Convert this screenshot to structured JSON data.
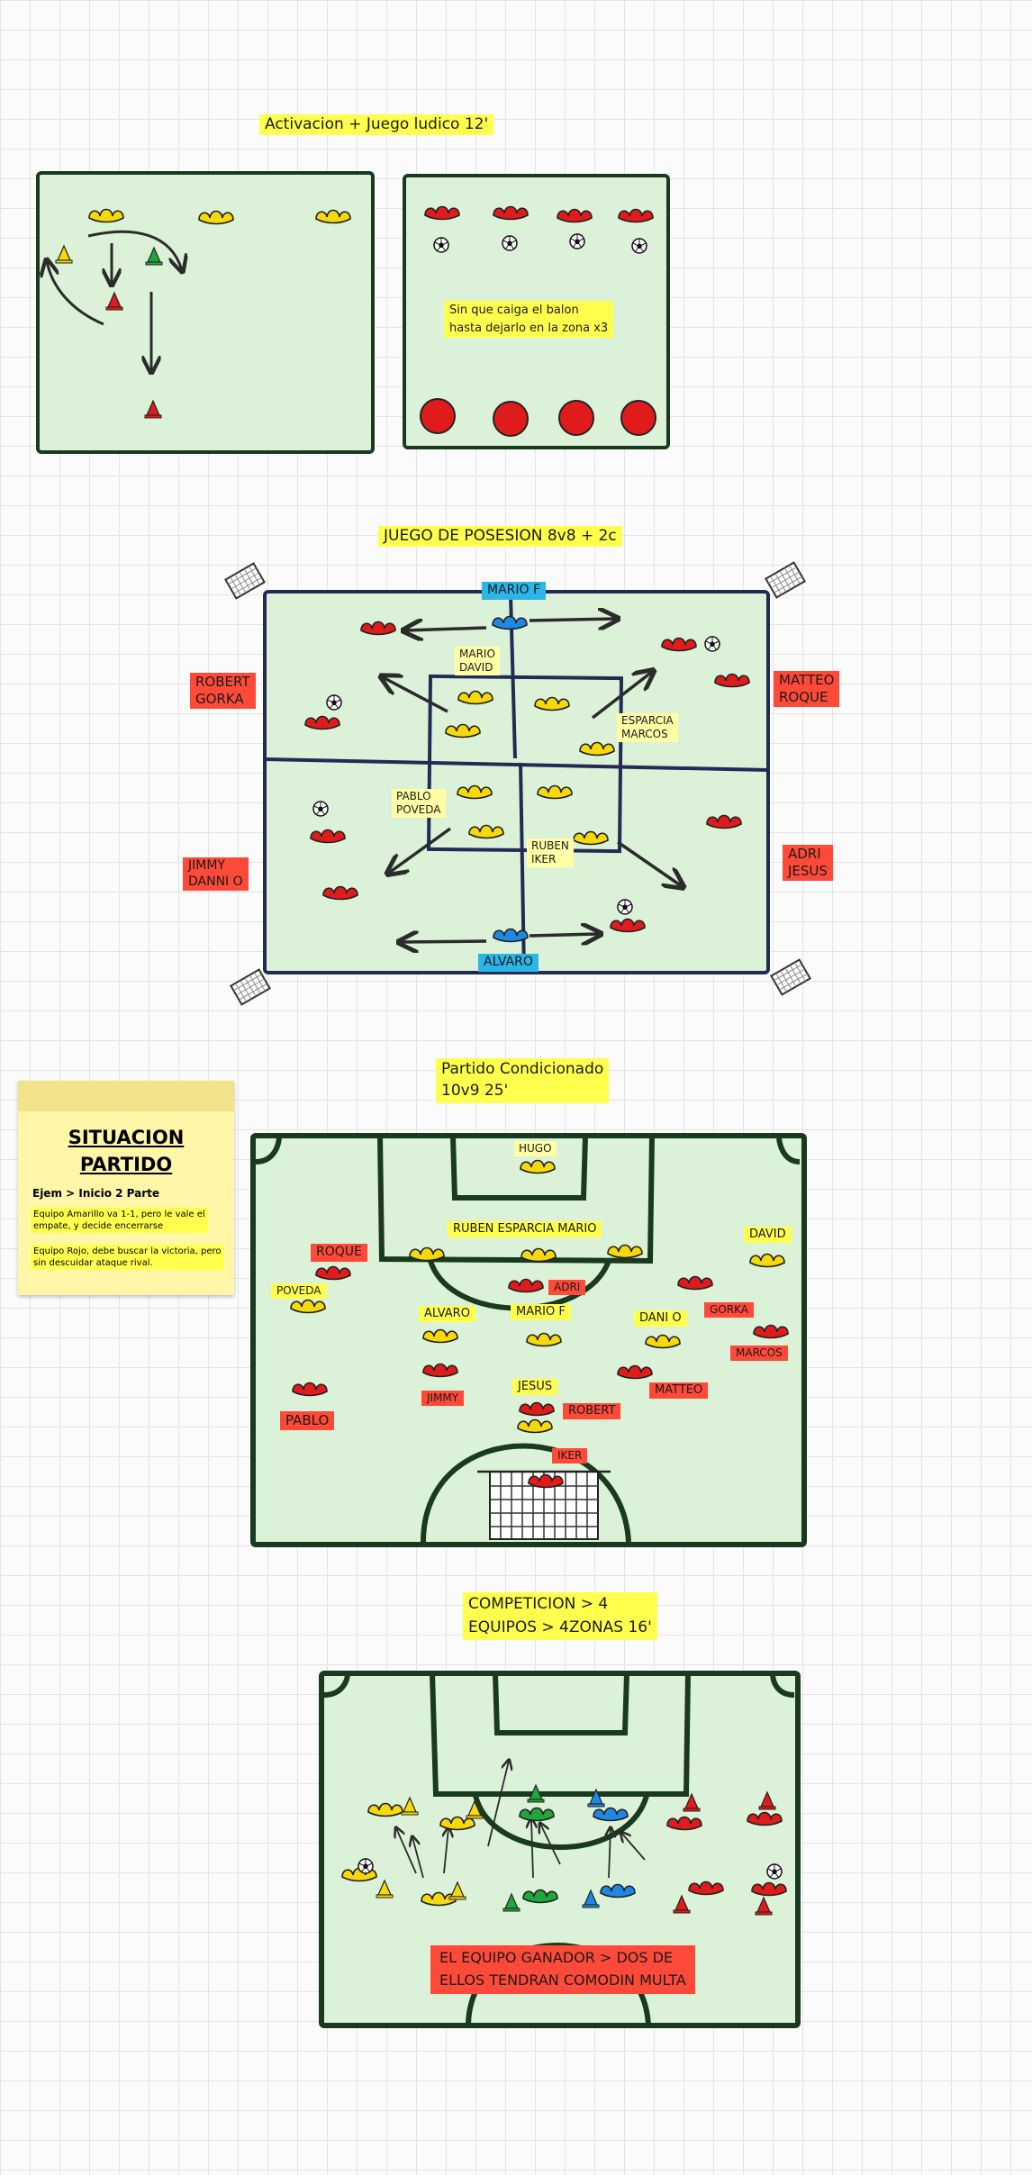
{
  "colors": {
    "field": "#dcf2d8",
    "line": "#193a1e",
    "yellow": "#ffff4d",
    "red": "#ff4a3a",
    "blue": "#29b6e8",
    "cone_red": "#e01b1b",
    "cone_yellow": "#f5d90a",
    "cone_green": "#1fa83a",
    "cone_blue": "#1e88e5"
  },
  "icons": [
    "player-icon",
    "cone-icon",
    "ball-icon",
    "goal-icon",
    "arrow-icon",
    "target-circle-icon"
  ],
  "section1": {
    "title": "Activacion + Juego ludico 12'",
    "note": "Sin que caiga el balon\nhasta dejarlo en la zona x3"
  },
  "section2": {
    "title": "JUEGO DE POSESION  8v8 + 2c",
    "labels": {
      "mario_f": "MARIO F",
      "alvaro": "ALVARO",
      "robert_gorka": "ROBERT\nGORKA",
      "matteo_roque": "MATTEO\nROQUE",
      "jimmy_danni": "JIMMY\nDANNI O",
      "adri_jesus": "ADRI\nJESUS",
      "mario_david": "MARIO\nDAVID",
      "esparcia_marcos": "ESPARCIA\nMARCOS",
      "pablo_poveda": "PABLO\nPOVEDA",
      "ruben_iker": "RUBEN\nIKER"
    }
  },
  "section3": {
    "title": "Partido Condicionado\n10v9 25'",
    "note": {
      "title": "SITUACION\nPARTIDO",
      "subtitle": "Ejem > Inicio 2 Parte",
      "line1": "Equipo Amarillo va 1-1, pero le vale el\nempate, y decide encerrarse",
      "line2": "Equipo Rojo, debe buscar la victoria, pero\nsin descuidar ataque rival."
    },
    "labels": {
      "hugo": "HUGO",
      "ruben_esparcia_mario": "RUBEN ESPARCIA MARIO",
      "david": "DAVID",
      "roque": "ROQUE",
      "poveda": "POVEDA",
      "adri": "ADRI",
      "alvaro": "ALVARO",
      "mario_f": "MARIO F",
      "danni_o": "DANI O",
      "gorka": "GORKA",
      "marcos": "MARCOS",
      "jimmy": "JIMMY",
      "jesus": "JESUS",
      "robert": "ROBERT",
      "matteo": "MATTEO",
      "pablo": "PABLO",
      "iker": "IKER"
    }
  },
  "section4": {
    "title": "COMPETICION > 4\nEQUIPOS > 4ZONAS 16'",
    "note": "EL EQUIPO GANADOR > DOS DE\nELLOS TENDRAN COMODIN MULTA"
  }
}
